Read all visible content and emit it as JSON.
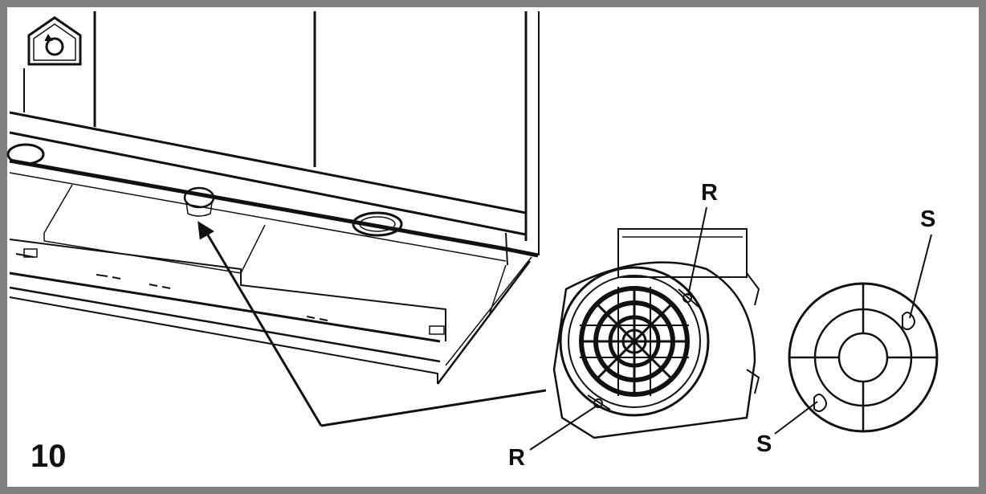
{
  "step_number": "10",
  "labels": {
    "r_top": "R",
    "r_bottom": "R",
    "s_top": "S",
    "s_bottom": "S"
  },
  "icons": {
    "recirculation": "house-recirculation-icon"
  },
  "colors": {
    "frame": "#808080",
    "line": "#111111",
    "background": "#ffffff"
  }
}
